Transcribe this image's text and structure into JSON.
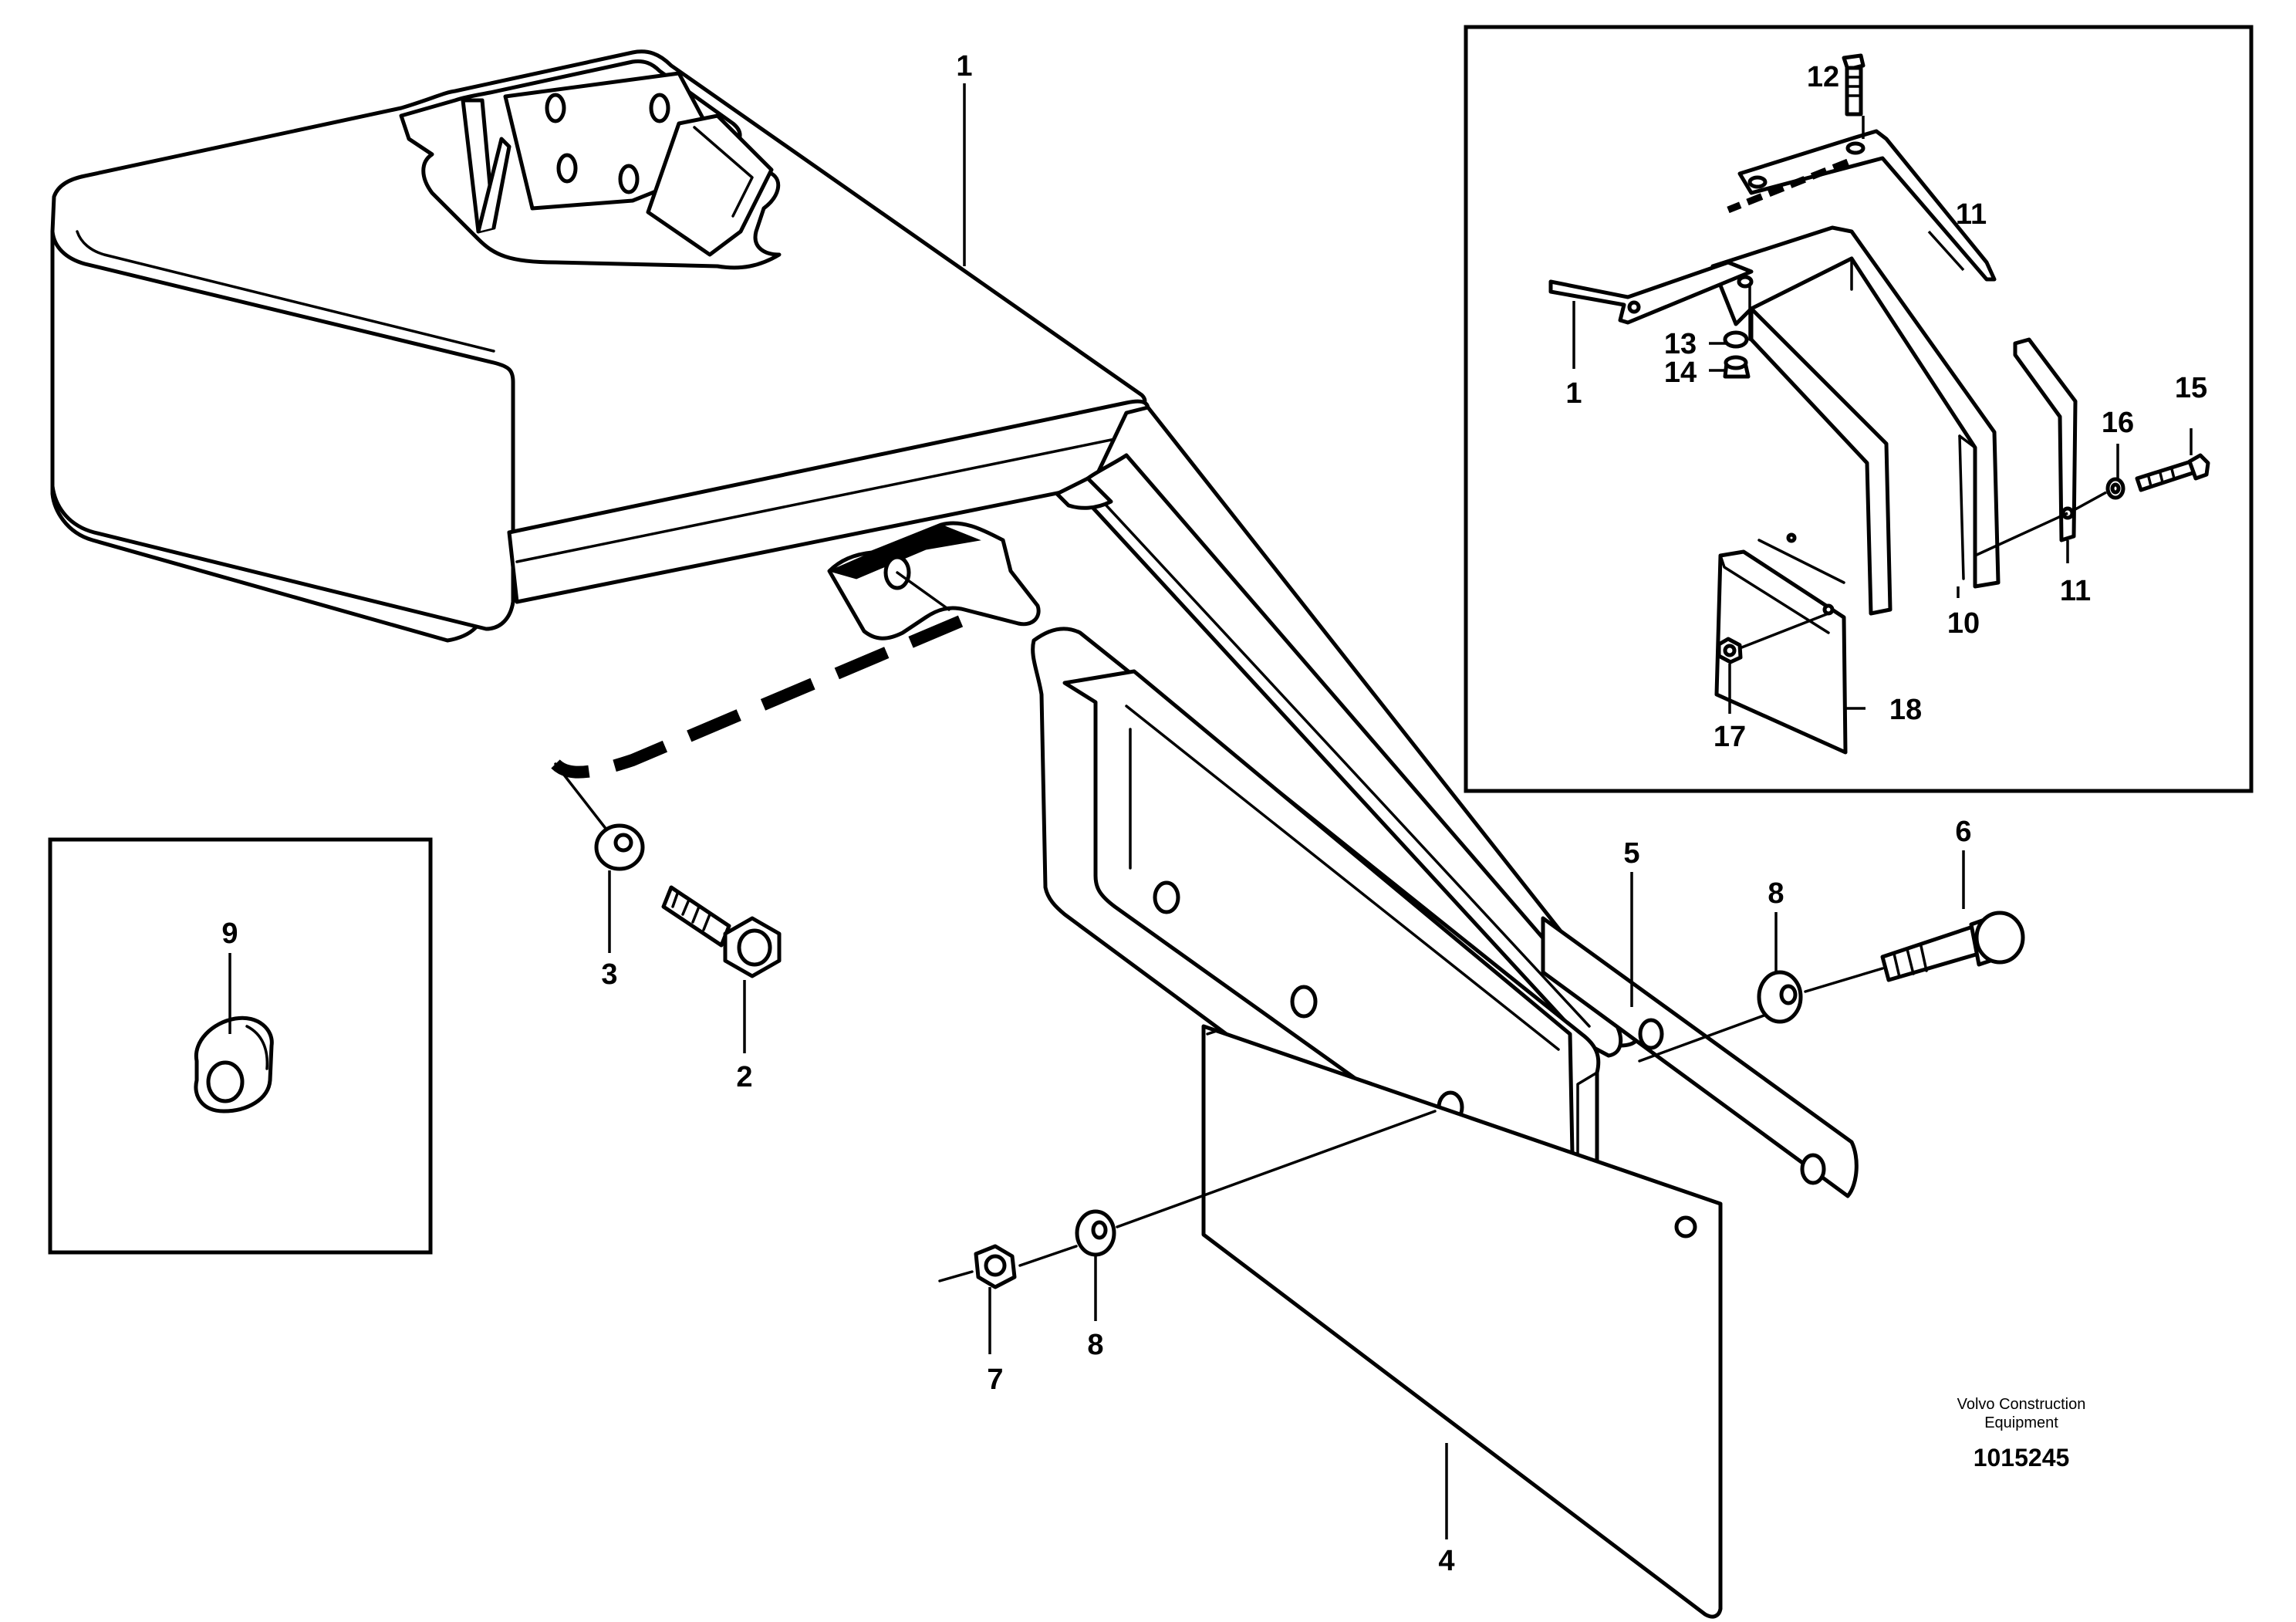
{
  "labels": {
    "p1": "1",
    "p2": "2",
    "p3": "3",
    "p4": "4",
    "p5": "5",
    "p6": "6",
    "p7": "7",
    "p8a": "8",
    "p8b": "8",
    "p9": "9",
    "d1": "1",
    "d10": "10",
    "d11a": "11",
    "d11b": "11",
    "d12": "12",
    "d13": "13",
    "d14": "14",
    "d15": "15",
    "d16": "16",
    "d17": "17",
    "d18": "18"
  },
  "footer": {
    "brand_line1": "Volvo Construction",
    "brand_line2": "Equipment",
    "code": "1015245"
  }
}
